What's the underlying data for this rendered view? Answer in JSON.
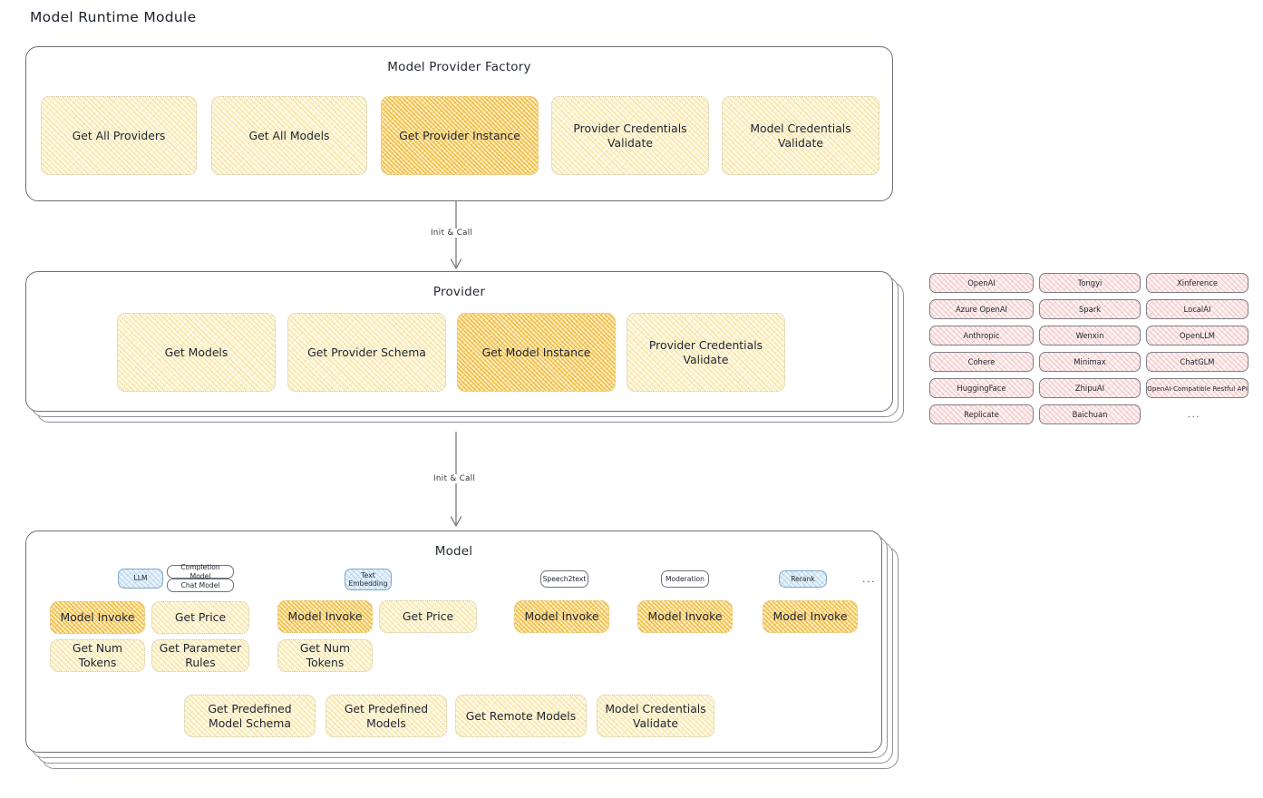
{
  "headline": "Model Runtime Module",
  "factory": {
    "title": "Model Provider Factory",
    "boxes": [
      {
        "label": "Get All Providers",
        "highlight": false
      },
      {
        "label": "Get All Models",
        "highlight": false
      },
      {
        "label": "Get Provider Instance",
        "highlight": true
      },
      {
        "label": "Provider Credentials Validate",
        "highlight": false
      },
      {
        "label": "Model Credentials Validate",
        "highlight": false
      }
    ]
  },
  "arrows": [
    {
      "label": "Init & Call"
    },
    {
      "label": "Init & Call"
    }
  ],
  "provider": {
    "title": "Provider",
    "boxes": [
      {
        "label": "Get Models",
        "highlight": false
      },
      {
        "label": "Get Provider Schema",
        "highlight": false
      },
      {
        "label": "Get Model Instance",
        "highlight": true
      },
      {
        "label": "Provider Credentials Validate",
        "highlight": false
      }
    ]
  },
  "provider_list": {
    "columns": [
      [
        "OpenAI",
        "Azure OpenAI",
        "Anthropic",
        "Cohere",
        "HuggingFace",
        "Replicate"
      ],
      [
        "Tongyi",
        "Spark",
        "Wenxin",
        "Minimax",
        "ZhipuAI",
        "Baichuan"
      ],
      [
        "Xinference",
        "LocalAI",
        "OpenLLM",
        "ChatGLM",
        "OpenAI-Compatible Restful API"
      ]
    ],
    "ellipsis": "..."
  },
  "model": {
    "title": "Model",
    "ellipsis": "...",
    "types": [
      {
        "name": "LLM",
        "blue": true,
        "subtypes": [
          "Completion Model",
          "Chat Model"
        ],
        "actions": [
          {
            "label": "Model Invoke",
            "highlight": true
          },
          {
            "label": "Get Price",
            "highlight": false
          },
          {
            "label": "Get Num Tokens",
            "highlight": false
          },
          {
            "label": "Get Parameter Rules",
            "highlight": false
          }
        ]
      },
      {
        "name": "Text Embedding",
        "blue": true,
        "subtypes": [],
        "actions": [
          {
            "label": "Model Invoke",
            "highlight": true
          },
          {
            "label": "Get Price",
            "highlight": false
          },
          {
            "label": "Get Num Tokens",
            "highlight": false
          }
        ]
      },
      {
        "name": "Speech2text",
        "blue": false,
        "subtypes": [],
        "actions": [
          {
            "label": "Model Invoke",
            "highlight": true
          }
        ]
      },
      {
        "name": "Moderation",
        "blue": false,
        "subtypes": [],
        "actions": [
          {
            "label": "Model Invoke",
            "highlight": true
          }
        ]
      },
      {
        "name": "Rerank",
        "blue": true,
        "subtypes": [],
        "actions": [
          {
            "label": "Model Invoke",
            "highlight": true
          }
        ]
      }
    ],
    "common_actions": [
      {
        "label": "Get Predefined Model Schema"
      },
      {
        "label": "Get Predefined Models"
      },
      {
        "label": "Get Remote Models"
      },
      {
        "label": "Model Credentials Validate"
      }
    ]
  }
}
